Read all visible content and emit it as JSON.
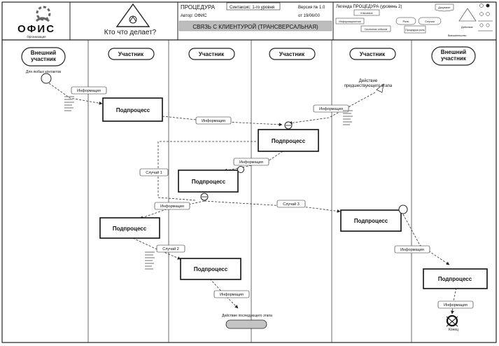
{
  "header": {
    "logo_text": "ОФИС",
    "logo_subtext": "Организация",
    "triangle_caption": "Кто что делает?",
    "procedure_label": "ПРОЦЕДУРА",
    "syntax_label": "Синтаксис: 1-го уровня",
    "version_label": "Версия № 1.0",
    "author_label": "Автор: ОФИС",
    "date_label": "от 19/06/00",
    "procedure_title": "СВЯЗЬ С КЛИЕНТУРОЙ (ТРАНСВЕРСАЛЬНАЯ)",
    "legend_title": "Легенда ПРОЦЕДУРА (уровень 2)",
    "legend_items": {
      "key": "Ключевое",
      "document": "Документ",
      "information": "Информационное",
      "system": "Системное событие",
      "roles": "Роль",
      "cases": "Случаи",
      "subprocess_role": "Процедура роль",
      "action": "Действие",
      "intervention": "Вмешательство"
    }
  },
  "lanes": [
    {
      "label": "Внешний участник"
    },
    {
      "label": "Участник"
    },
    {
      "label": "Участник"
    },
    {
      "label": "Участник"
    },
    {
      "label": "Участник"
    },
    {
      "label": "Внешний участник"
    }
  ],
  "nodes": {
    "start_label": "Для любых контактов",
    "prev_stage_action": "Действие предшествующего этапа",
    "next_stage_action": "Действие последующего этапа",
    "end_label": "Конец",
    "subprocess": "Подпроцесс"
  },
  "flows": {
    "info1": "Информация",
    "info2": "Информация",
    "info3": "Информация",
    "info4": "Информация",
    "info5": "Информация",
    "info6": "Информация",
    "info7": "Информация",
    "info8": "Информация",
    "case1": "Случай 1",
    "case2": "Случай 2",
    "case3": "Случай 3"
  }
}
